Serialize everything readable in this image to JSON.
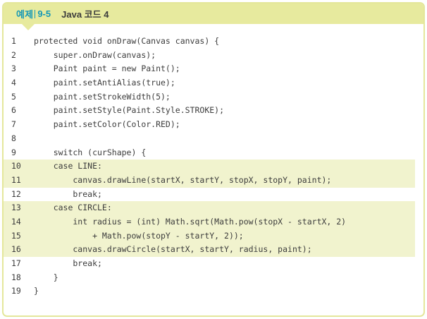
{
  "header": {
    "badge": "예제",
    "number": "9-5",
    "title": "Java 코드 4"
  },
  "colors": {
    "accent_green": "#E7EA9E",
    "border_green": "#E4E79B",
    "highlight": "#F1F3CE",
    "teal": "#1598B6",
    "code_text": "#3C3C3C"
  },
  "code": {
    "language": "java",
    "lines": [
      {
        "n": "1",
        "t": "protected void onDraw(Canvas canvas) {",
        "hl": false
      },
      {
        "n": "2",
        "t": "    super.onDraw(canvas);",
        "hl": false
      },
      {
        "n": "3",
        "t": "    Paint paint = new Paint();",
        "hl": false
      },
      {
        "n": "4",
        "t": "    paint.setAntiAlias(true);",
        "hl": false
      },
      {
        "n": "5",
        "t": "    paint.setStrokeWidth(5);",
        "hl": false
      },
      {
        "n": "6",
        "t": "    paint.setStyle(Paint.Style.STROKE);",
        "hl": false
      },
      {
        "n": "7",
        "t": "    paint.setColor(Color.RED);",
        "hl": false
      },
      {
        "n": "8",
        "t": "",
        "hl": false
      },
      {
        "n": "9",
        "t": "    switch (curShape) {",
        "hl": false
      },
      {
        "n": "10",
        "t": "    case LINE:",
        "hl": true
      },
      {
        "n": "11",
        "t": "        canvas.drawLine(startX, startY, stopX, stopY, paint);",
        "hl": true
      },
      {
        "n": "12",
        "t": "        break;",
        "hl": false
      },
      {
        "n": "13",
        "t": "    case CIRCLE:",
        "hl": true
      },
      {
        "n": "14",
        "t": "        int radius = (int) Math.sqrt(Math.pow(stopX - startX, 2)",
        "hl": true
      },
      {
        "n": "15",
        "t": "            + Math.pow(stopY - startY, 2));",
        "hl": true
      },
      {
        "n": "16",
        "t": "        canvas.drawCircle(startX, startY, radius, paint);",
        "hl": true
      },
      {
        "n": "17",
        "t": "        break;",
        "hl": false
      },
      {
        "n": "18",
        "t": "    }",
        "hl": false
      },
      {
        "n": "19",
        "t": "}",
        "hl": false
      }
    ]
  }
}
